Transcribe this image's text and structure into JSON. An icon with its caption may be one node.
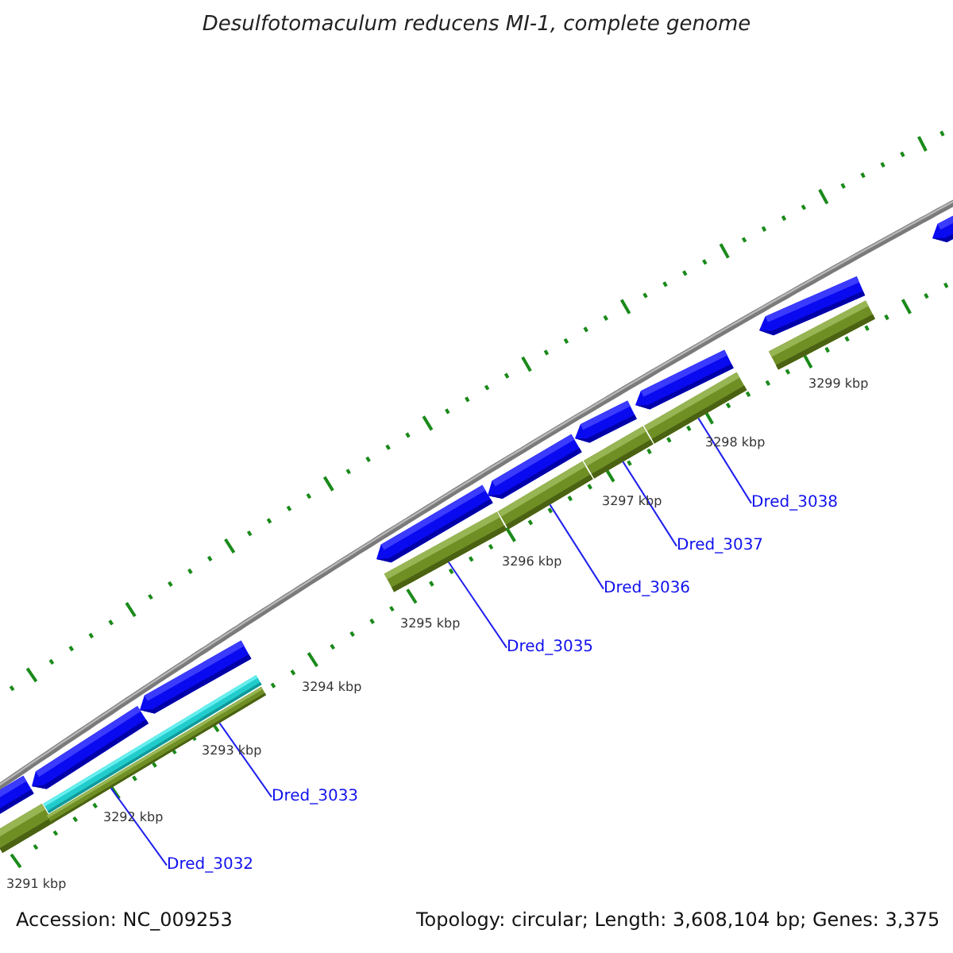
{
  "diagram": {
    "title": "Desulfotomaculum reducens MI-1, complete genome",
    "nodes": [
      {
        "text": [
          "Dred_3032"
        ]
      },
      {
        "text": [
          "Dred_3033"
        ]
      },
      {
        "text": [
          "Dred_3035"
        ]
      },
      {
        "text": [
          "Dred_3036"
        ]
      },
      {
        "text": [
          "Dred_3037"
        ]
      },
      {
        "text": [
          "Dred_3038"
        ]
      },
      {
        "text": [],
        "shape": "bar"
      },
      {
        "text": [],
        "shape": "bar"
      },
      {
        "text": [],
        "shape": "bar"
      },
      {
        "text": [],
        "shape": "bar"
      },
      {
        "text": [],
        "shape": "bar"
      },
      {
        "text": [],
        "shape": "bar"
      },
      {
        "text": [],
        "shape": "bar"
      }
    ],
    "edges": [
      {
        "from": 0,
        "to": 7,
        "arrow": "none"
      },
      {
        "from": 1,
        "to": 7,
        "arrow": "none"
      },
      {
        "from": 2,
        "to": 8,
        "arrow": "none"
      },
      {
        "from": 3,
        "to": 9,
        "arrow": "none"
      },
      {
        "from": 4,
        "to": 10,
        "arrow": "none"
      },
      {
        "from": 5,
        "to": 11,
        "arrow": "none"
      }
    ],
    "labels": [
      "3299 kbp",
      "3298 kbp",
      "3297 kbp",
      "3296 kbp",
      "3295 kbp",
      "3294 kbp",
      "3293 kbp",
      "3292 kbp",
      "3291 kbp",
      "Accession: NC_009253",
      "Topology: circular; Length: 3,608,104 bp; Genes: 3,375"
    ]
  }
}
